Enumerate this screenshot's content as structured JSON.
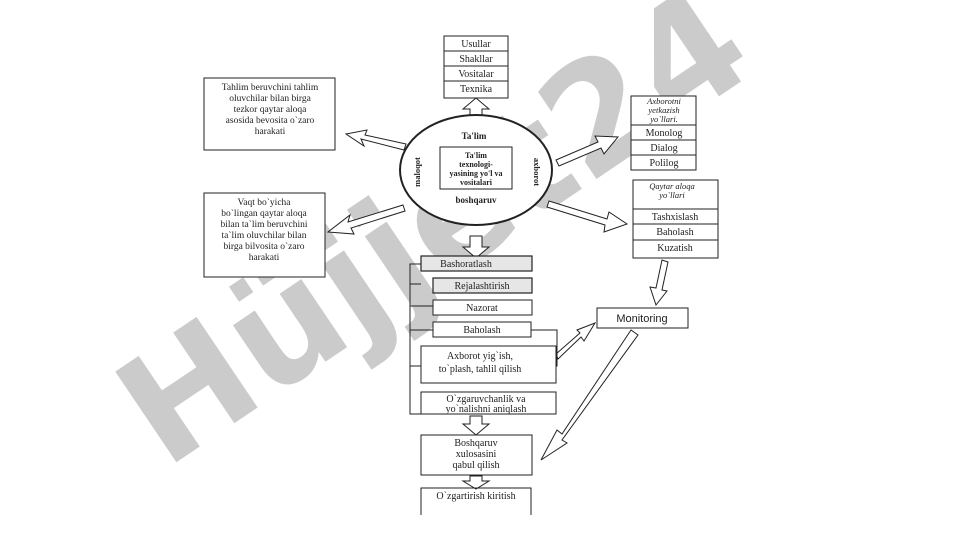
{
  "watermark": {
    "text": "Hüjjet24",
    "color": "#8e8e8e",
    "accent": "#c9a8ff"
  },
  "methods": [
    "Usullar",
    "Shakllar",
    "Vositalar",
    "Texnika"
  ],
  "top_left_text": [
    "Tahlim beruvchini tahlim",
    "oluvchilar bilan birga",
    "tezkor qaytar aloqa",
    "asosida bevosita o`zaro",
    "harakati"
  ],
  "left_mid_text": [
    "Vaqt bo`yicha",
    "bo`lingan qaytar aloqa",
    "bilan ta`lim beruvchini",
    "ta`lim oluvchilar bilan",
    "birga bilvosita o`zaro",
    "harakati"
  ],
  "center": {
    "top": "Ta'lim",
    "left": "maloqot",
    "right": "axborot",
    "bottom": "boshqaruv",
    "inner": [
      "Ta'lim",
      "texnologi-",
      "yasining yo'l va",
      "vositalari"
    ]
  },
  "info_delivery": {
    "title": [
      "Axborotni",
      "yetkazish",
      "yo`llari."
    ],
    "items": [
      "Monolog",
      "Dialog",
      "Polilog"
    ]
  },
  "feedback": {
    "title": [
      "Qaytar aloqa",
      "yo`llari"
    ],
    "items": [
      "Tashxislash",
      "Baholash",
      "Kuzatish"
    ]
  },
  "process": {
    "steps": [
      "Bashoratlash",
      "Rejalashtirish",
      "Nazorat",
      "Baholash"
    ],
    "collect": [
      "Axborot yig`ish,",
      "to`plash, tahlil qilish"
    ],
    "trends": [
      "O`zgaruvchanlik va",
      "yo`nalishni aniqlash"
    ],
    "decision": [
      "Boshqaruv",
      "xulosasini",
      "qabul qilish"
    ],
    "change": "O`zgartirish kiritish"
  },
  "monitoring": "Monitoring"
}
